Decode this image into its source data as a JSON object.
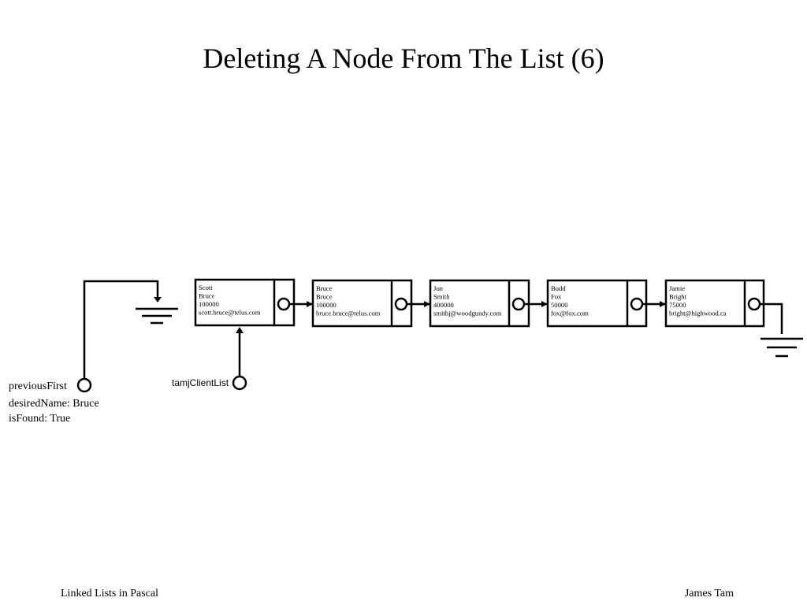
{
  "slide": {
    "title": "Deleting A Node From The List (6)",
    "footer_left": "Linked Lists in Pascal",
    "footer_right": "James Tam"
  },
  "variables": {
    "previous_first_label": "previousFirst",
    "desired_name_text": "desiredName: Bruce",
    "is_found_text": "isFound: True",
    "list_head_label": "tamjClientList"
  },
  "nodes": [
    {
      "lines": [
        "Scott",
        "Bruce",
        "100000",
        "scott.bruce@telus.com"
      ]
    },
    {
      "lines": [
        "Bruce",
        "Bruce",
        "100000",
        "bruce.bruce@telus.com"
      ]
    },
    {
      "lines": [
        "Jon",
        "Smith",
        "400000",
        "smithj@woodgundy.com"
      ]
    },
    {
      "lines": [
        "Budd",
        "Fox",
        "50000",
        "fox@fox.com"
      ]
    },
    {
      "lines": [
        "Jamie",
        "Bright",
        "75000",
        "bright@highwood.ca"
      ]
    }
  ],
  "icons": {
    "pointer": "pointer-circle-icon",
    "null_pointer": "null-ground-icon",
    "arrow": "arrow-right-icon"
  }
}
